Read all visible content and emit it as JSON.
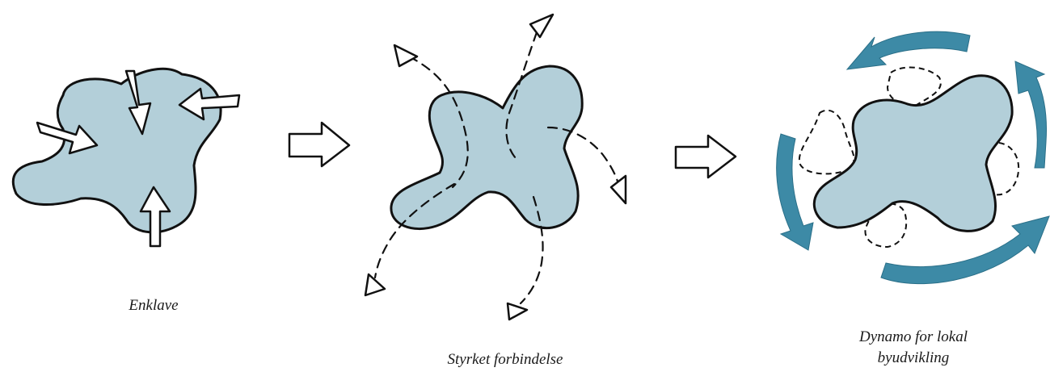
{
  "stages": [
    {
      "id": "enklave",
      "caption": "Enklave"
    },
    {
      "id": "styrket",
      "caption": "Styrket forbindelse"
    },
    {
      "id": "dynamo",
      "caption_line1": "Dynamo for lokal",
      "caption_line2": "byudvikling"
    }
  ],
  "colors": {
    "blob_fill": "#b3cfd9",
    "outline": "#111111",
    "circulation_arrow": "#3d8aa6",
    "background": "#ffffff"
  },
  "icons": [
    "inward-arrow-icon",
    "transition-arrow-icon",
    "dashed-route-icon",
    "triangle-arrowhead-icon",
    "circulation-arrow-icon"
  ]
}
